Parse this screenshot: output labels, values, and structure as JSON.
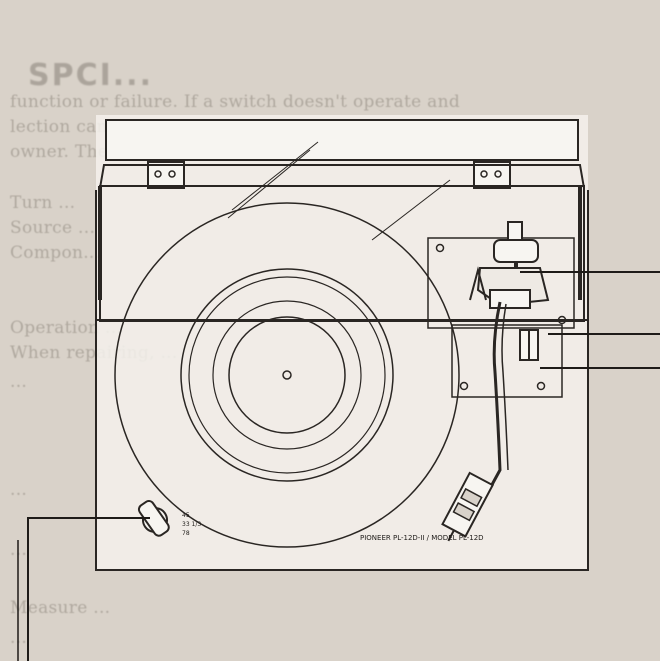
{
  "background_text": {
    "heading": "SPCI...",
    "lines": [
      "function or failure. If a switch doesn't operate and",
      "lection cannot be made, try the troubleshooting in your",
      "owner. Then determine the cause of the malfunction",
      "   Turn ...",
      "   Source ...",
      "   Compon...",
      "",
      "   Operation ...",
      "   When repairing, ...",
      "   ...",
      "",
      "",
      "   ...",
      "",
      "   ...",
      "",
      "   Measure ...",
      "   ..."
    ]
  },
  "turntable": {
    "speed_labels": [
      "45",
      "33 1/3",
      "78"
    ],
    "brand_label": "PIONEER PL-12D-II / MODEL PL-12D"
  }
}
